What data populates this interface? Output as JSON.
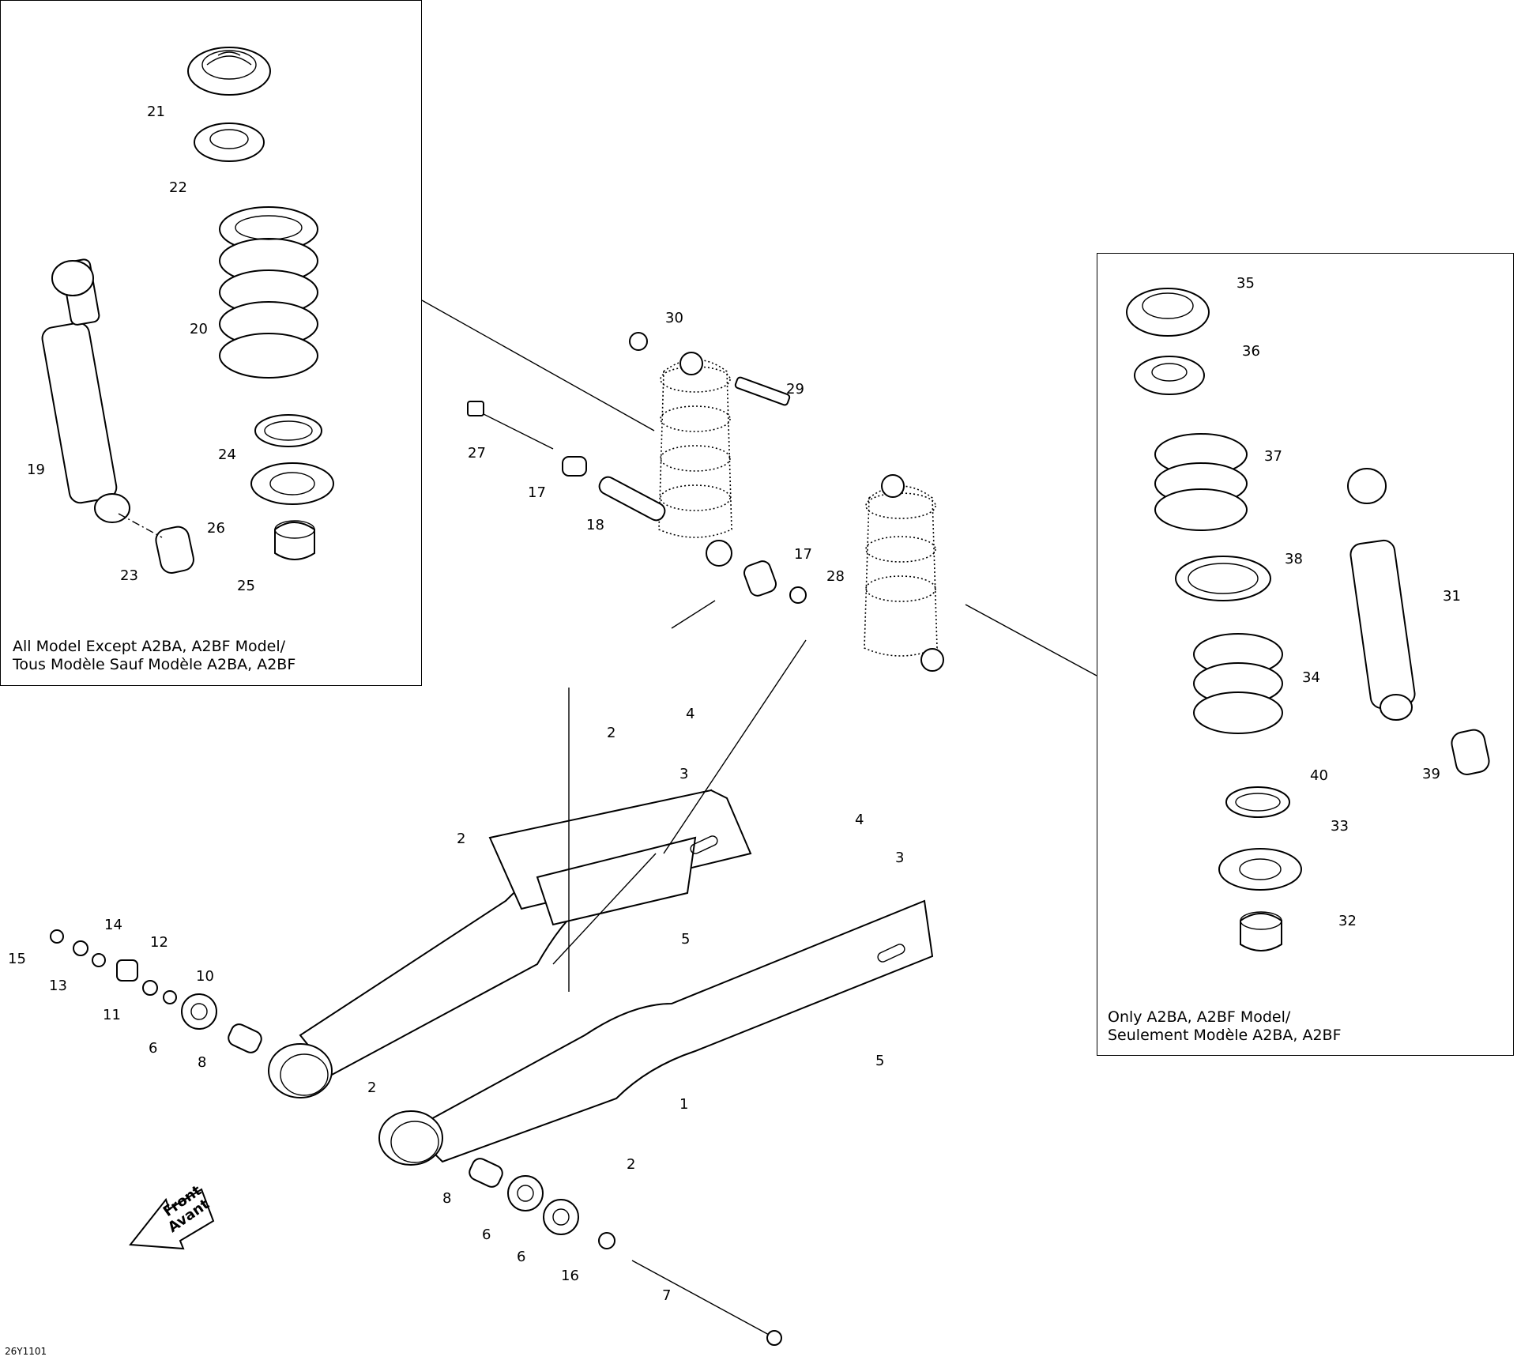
{
  "figure_code": "26Y1101",
  "box_left": {
    "caption_line1": "All Model Except A2BA, A2BF Model/",
    "caption_line2": "Tous Modèle Sauf Modèle A2BA, A2BF"
  },
  "box_right": {
    "caption_line1": "Only A2BA, A2BF Model/",
    "caption_line2": "Seulement Modèle A2BA, A2BF"
  },
  "front_arrow": {
    "line1": "Front",
    "line2": "Avant"
  },
  "callouts": [
    "21",
    "22",
    "20",
    "19",
    "24",
    "26",
    "23",
    "25",
    "30",
    "29",
    "27",
    "17",
    "18",
    "17",
    "28",
    "35",
    "36",
    "37",
    "38",
    "34",
    "31",
    "40",
    "39",
    "33",
    "32",
    "4",
    "2",
    "3",
    "2",
    "4",
    "3",
    "5",
    "14",
    "15",
    "12",
    "13",
    "10",
    "11",
    "6",
    "8",
    "2",
    "1",
    "5",
    "2",
    "8",
    "6",
    "6",
    "16",
    "7"
  ]
}
